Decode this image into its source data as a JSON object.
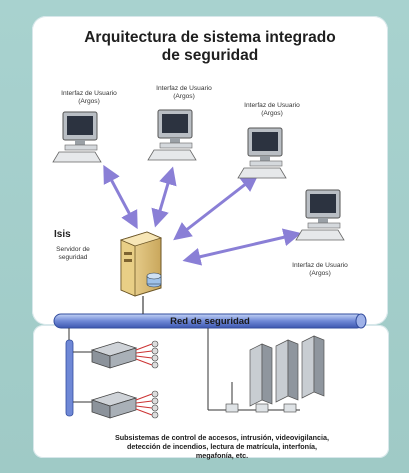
{
  "diagram": {
    "title_line1": "Arquitectura de sistema integrado",
    "title_line2": "de seguridad",
    "user_interfaces": [
      {
        "line1": "Interfaz de Usuario",
        "line2": "(Argos)"
      },
      {
        "line1": "Interfaz de Usuario",
        "line2": "(Argos)"
      },
      {
        "line1": "Interfaz de Usuario",
        "line2": "(Argos)"
      },
      {
        "line1": "Interfaz de Usuario",
        "line2": "(Argos)"
      }
    ],
    "server": {
      "name": "Isis",
      "desc_line1": "Servidor de",
      "desc_line2": "seguridad"
    },
    "network_label": "Red de seguridad",
    "subsystems_line1": "Subsistemas de control de accesos, intrusión, videovigilancia,",
    "subsystems_line2": "detección de incendios, lectura de matrícula, interfonía,",
    "subsystems_line3": "megafonía, etc."
  },
  "colors": {
    "background": "#a8d2cf",
    "panel": "#ffffff",
    "network_bar": "#6f88d6",
    "arrows": "#8a7fd6"
  }
}
